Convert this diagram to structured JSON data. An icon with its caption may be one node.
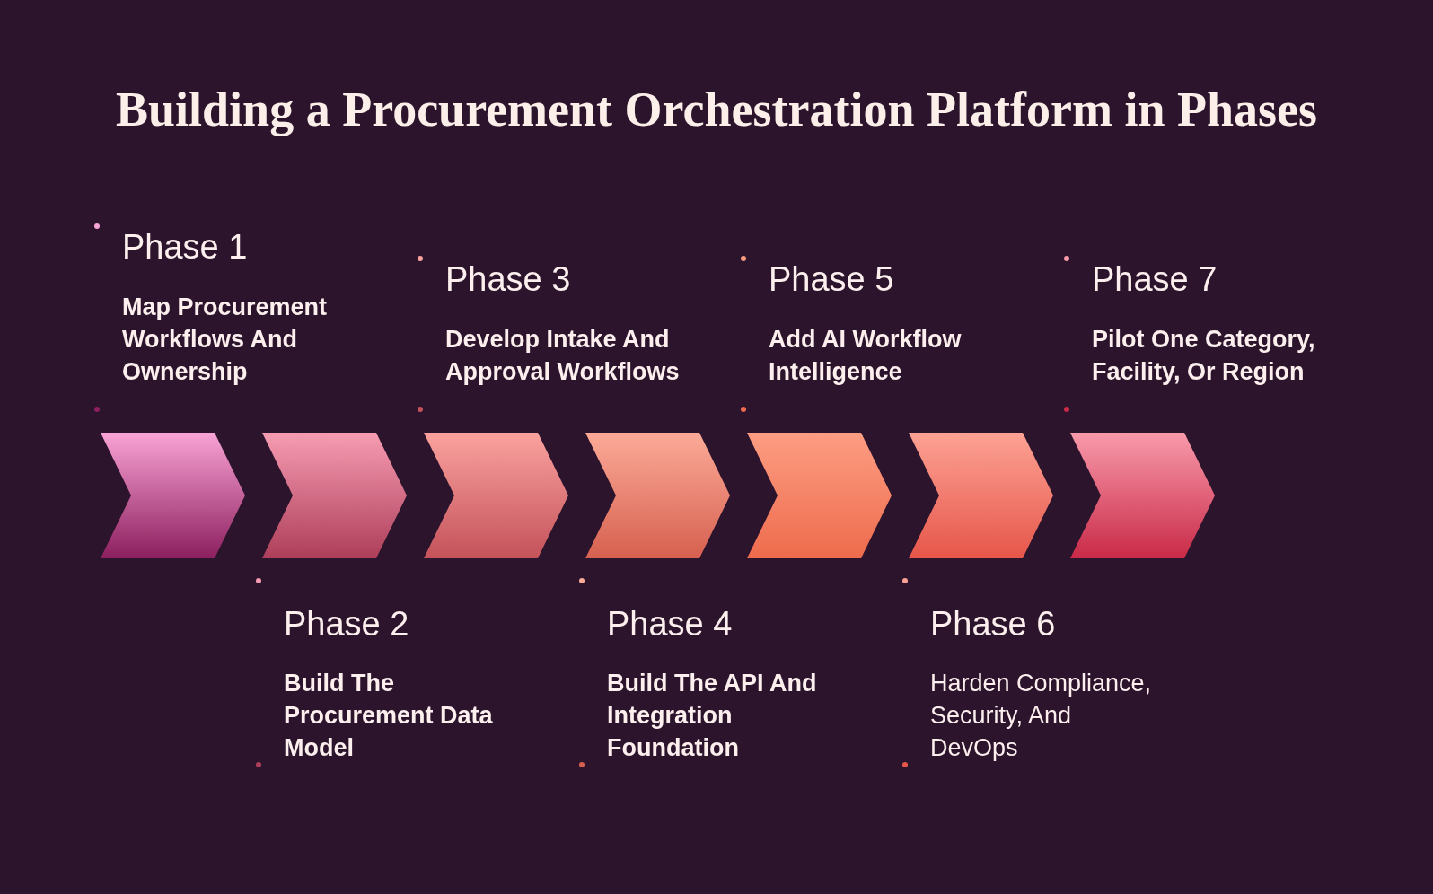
{
  "diagram": {
    "title": "Building a Procurement Orchestration Platform in Phases",
    "nodes": [
      {
        "text": [],
        "shape": "chevron",
        "beside": [
          "Phase 1",
          "Map Procurement Workflows And Ownership"
        ]
      },
      {
        "text": [],
        "shape": "chevron",
        "beside": [
          "Phase 2",
          "Build The Procurement Data Model"
        ]
      },
      {
        "text": [],
        "shape": "chevron",
        "beside": [
          "Phase 3",
          "Develop Intake And Approval Workflows"
        ]
      },
      {
        "text": [],
        "shape": "chevron",
        "beside": [
          "Phase 4",
          "Build The API And Integration Foundation"
        ]
      },
      {
        "text": [],
        "shape": "chevron",
        "beside": [
          "Phase 5",
          "Add AI Workflow Intelligence"
        ]
      },
      {
        "text": [],
        "shape": "chevron",
        "beside": [
          "Phase 6",
          "Harden Compliance, Security, And DevOps"
        ]
      },
      {
        "text": [],
        "shape": "chevron",
        "beside": [
          "Phase 7",
          "Pilot One Category, Facility, Or Region"
        ]
      }
    ]
  }
}
